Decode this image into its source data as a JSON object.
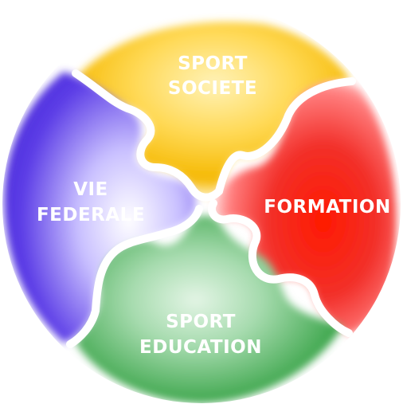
{
  "pieces": [
    {
      "id": "sport-societe",
      "lines": [
        "SPORT",
        "SOCIETE"
      ],
      "color": "#F5B800",
      "center_color": "#FFE88A"
    },
    {
      "id": "formation",
      "lines": [
        "FORMATION"
      ],
      "color": "#E8191B",
      "center_color": "#FF2A0A"
    },
    {
      "id": "sport-education",
      "lines": [
        "SPORT",
        "EDUCATION"
      ],
      "color": "#3BA54A",
      "center_color": "#D8F0DA"
    },
    {
      "id": "vie-federale",
      "lines": [
        "VIE",
        "FEDERALE"
      ],
      "color": "#4A2BD8",
      "center_color": "#F2F0FF"
    }
  ]
}
